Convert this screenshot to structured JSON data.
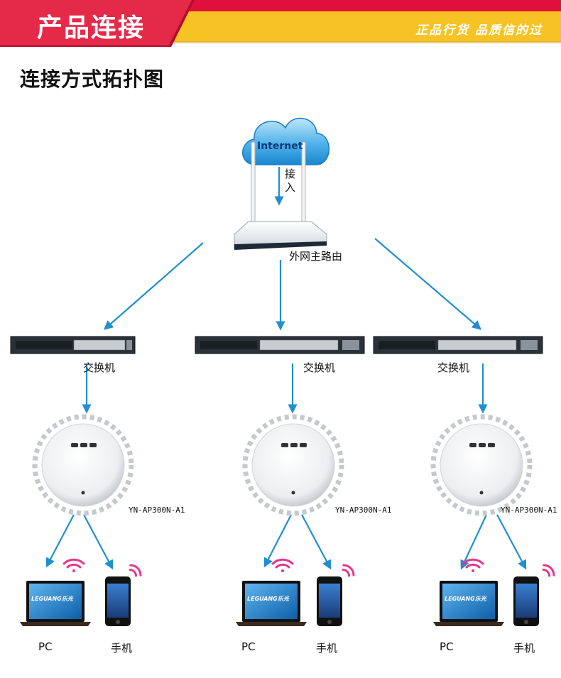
{
  "banner": {
    "title": "产品连接",
    "slogan": "正品行货 品质信的过"
  },
  "section_title": "连接方式拓扑图",
  "internet": {
    "cloud_label": "Internet",
    "access_label": "接入"
  },
  "router_label": "外网主路由",
  "switch_label": "交换机",
  "ap_model": "YN-AP300N-A1",
  "pc_label": "PC",
  "phone_label": "手机",
  "laptop_brand": "LEGUANG乐光",
  "colors": {
    "arrow": "#1f8fd0",
    "banner_red": "#e0103d",
    "banner_yellow": "#f7c324",
    "wifi": "#e8358c"
  }
}
